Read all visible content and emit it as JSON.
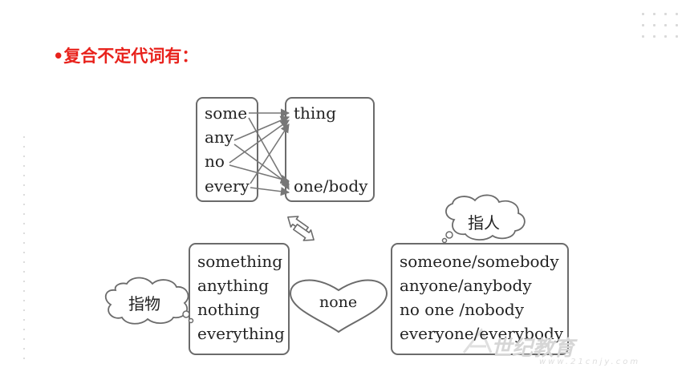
{
  "slide": {
    "title": "•复合不定代词有："
  },
  "diagram": {
    "prefixes": [
      "some",
      "any",
      "no",
      "every"
    ],
    "suffixes": {
      "thing": "thing",
      "body": "one/body"
    },
    "things": [
      "something",
      "anything",
      "nothing",
      "everything"
    ],
    "people": [
      "someone/somebody",
      "anyone/anybody",
      "no one /nobody",
      "everyone/everybody"
    ],
    "center_label": "none",
    "cloud_people": "指人",
    "cloud_things": "指物"
  },
  "watermark": {
    "text": "世纪教育",
    "url": "www.21cnjy.com"
  },
  "colors": {
    "title": "#e8221c",
    "box_border": "#6b6b6b",
    "arrow": "#777777"
  }
}
